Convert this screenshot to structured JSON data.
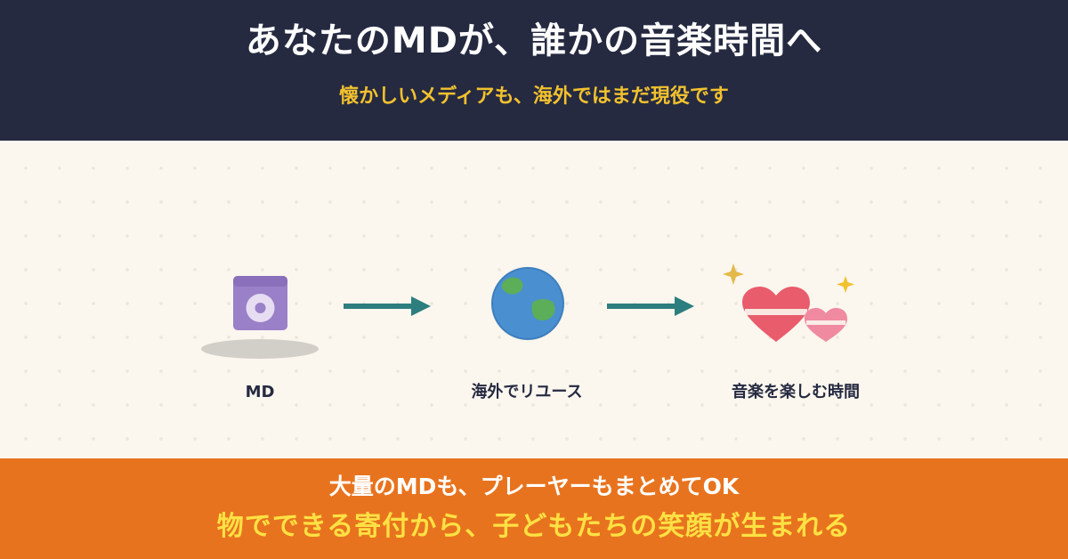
{
  "header": {
    "title": "あなたのMDが、誰かの音楽時間へ",
    "subtitle": "懐かしいメディアも、海外ではまだ現役です"
  },
  "flow": {
    "steps": [
      {
        "label": "MD",
        "icon": "minidisc-icon"
      },
      {
        "label": "海外でリユース",
        "icon": "globe-icon"
      },
      {
        "label": "音楽を楽しむ時間",
        "icon": "hearts-icon"
      }
    ],
    "arrow_icon": "arrow-right-icon"
  },
  "footer": {
    "line1": "大量のMDも、プレーヤーもまとめてOK",
    "line2": "物でできる寄付から、子どもたちの笑顔が生まれる"
  },
  "colors": {
    "header_bg": "#252a41",
    "accent_yellow": "#f2c12e",
    "background": "#fbf6ee",
    "footer_bg": "#e8731e",
    "arrow": "#2d7e7e",
    "disc": "#9a7fc9",
    "globe_ocean": "#4a8fd0",
    "globe_land": "#5cae58",
    "heart": "#e85c6c"
  }
}
